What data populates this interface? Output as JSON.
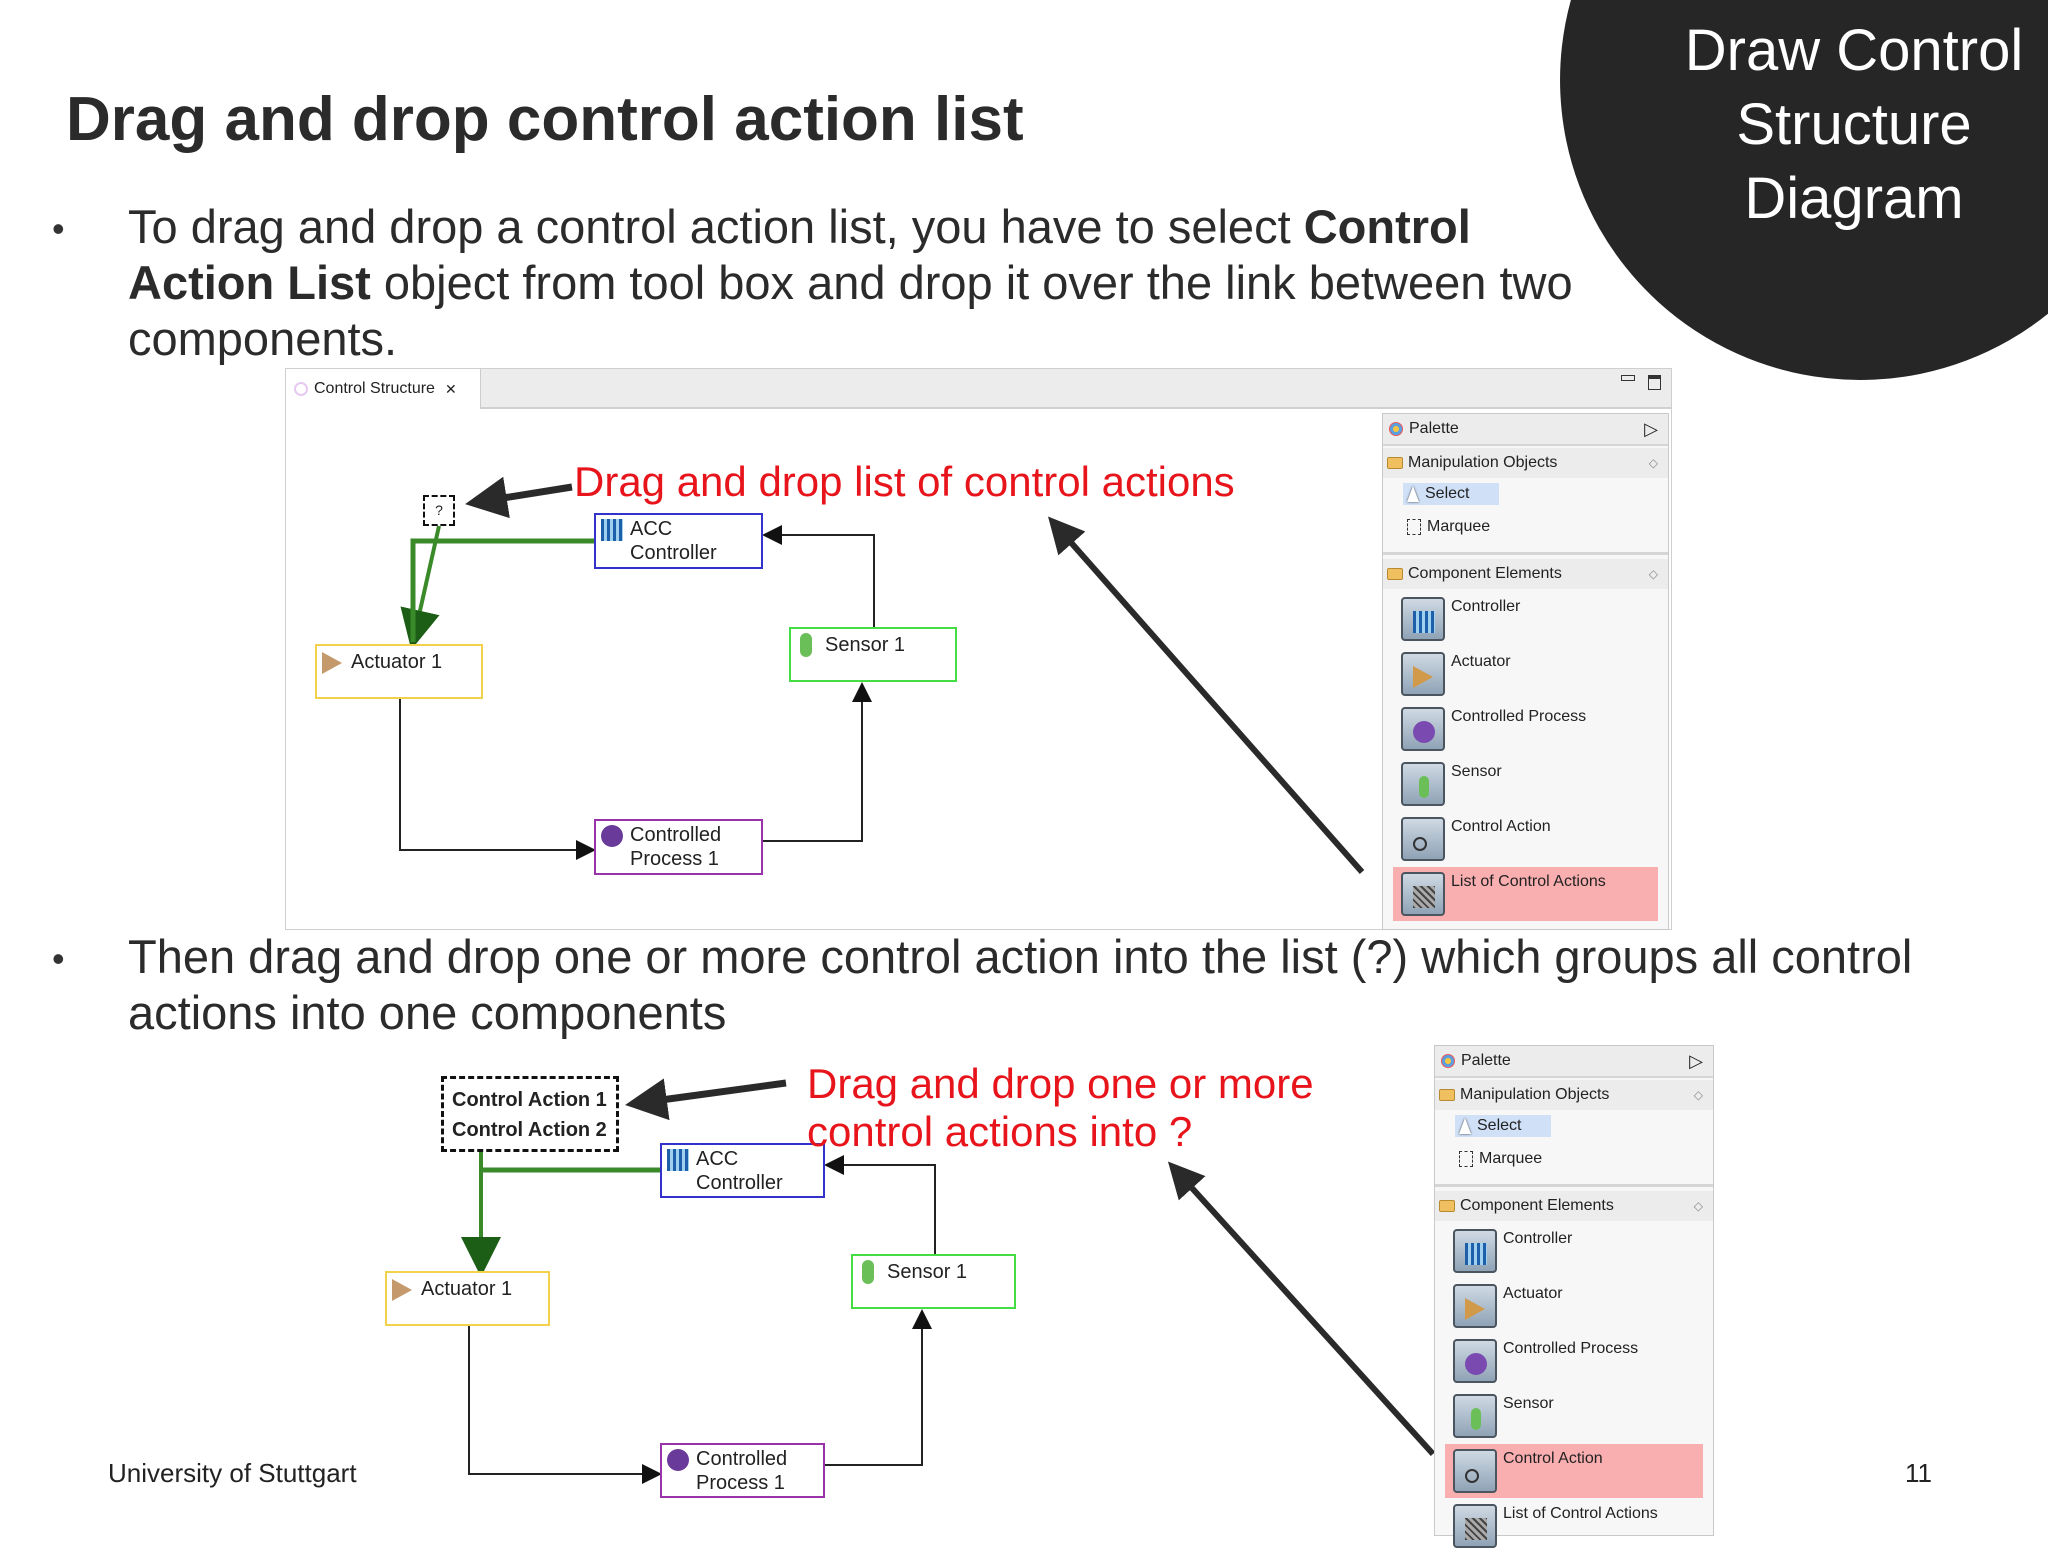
{
  "slide": {
    "title": "Drag and drop control action list",
    "circle_title": [
      "Draw Control",
      "Structure",
      "Diagram"
    ],
    "bullet1": {
      "pre": "To drag and drop a control action list, you have to select ",
      "bold": "Control Action List",
      "post": " object from tool box and drop it over the link between two components."
    },
    "bullet2": "Then drag and drop one or more control action into the list (?) which groups all control actions into one components",
    "footer": "University of Stuttgart",
    "page_number": "11"
  },
  "editor": {
    "tab_label": "Control Structure",
    "annotation": "Drag and drop list of control actions",
    "placeholder_list": "?",
    "nodes": {
      "controller": [
        "ACC",
        "Controller"
      ],
      "actuator": "Actuator 1",
      "sensor": "Sensor 1",
      "process": [
        "Controlled",
        "Process 1"
      ]
    }
  },
  "diagram2": {
    "annotation": [
      "Drag and drop one or more",
      "control actions into ?"
    ],
    "list_items": [
      "Control Action 1",
      "Control Action 2"
    ],
    "nodes": {
      "controller": [
        "ACC",
        "Controller"
      ],
      "actuator": "Actuator 1",
      "sensor": "Sensor 1",
      "process": [
        "Controlled",
        "Process 1"
      ]
    }
  },
  "palette": {
    "title": "Palette",
    "sections": [
      {
        "label": "Manipulation Objects",
        "items": [
          "Select",
          "Marquee"
        ]
      },
      {
        "label": "Component Elements",
        "items": [
          "Controller",
          "Actuator",
          "Controlled Process",
          "Sensor",
          "Control Action",
          "List of Control Actions"
        ]
      }
    ],
    "highlight_1": "List of Control Actions",
    "highlight_2": "Control Action"
  },
  "colors": {
    "annotation": "#e8141b",
    "controller_border": "#3333cc",
    "actuator_border": "#f2d24a",
    "sensor_border": "#44dd44",
    "process_border": "#9933aa",
    "feedback_link": "#3a8a2a",
    "palette_highlight": "#f9aeb0",
    "select_highlight": "#cfe0f7"
  }
}
